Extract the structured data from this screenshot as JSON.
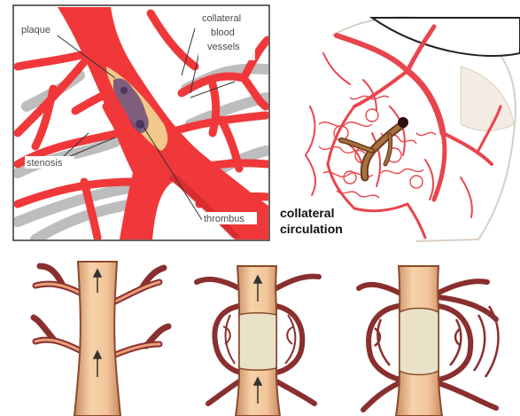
{
  "panel_a": {
    "labels": {
      "plaque": "plaque",
      "collateral_line1": "collateral",
      "collateral_line2": "blood",
      "collateral_line3": "vessels",
      "stenosis": "stenosis",
      "thrombus": "thrombus"
    }
  },
  "panel_b": {
    "caption_line1": "collateral",
    "caption_line2": "circulation"
  },
  "colors": {
    "artery_red": "#f0383a",
    "artery_shadow": "#b9b9b9",
    "plaque_tan": "#f2c98a",
    "plaque_dark": "#6a4a7a",
    "vessel_pink": "#e8454d",
    "vessel_tan": "#f3c59a",
    "vessel_tan_edge": "#a05a3a",
    "branch_red": "#8a2f2f",
    "occlusion_fill": "#e9e2c8"
  }
}
